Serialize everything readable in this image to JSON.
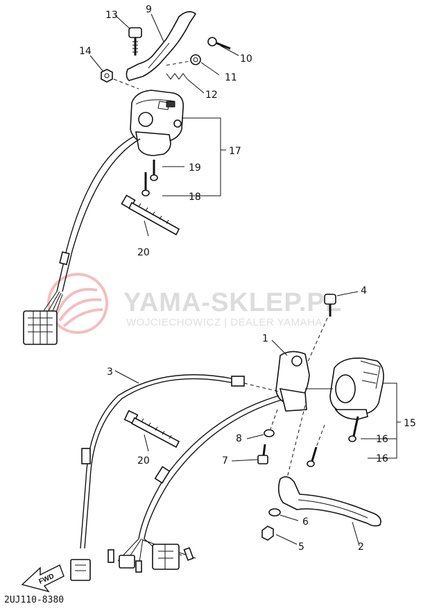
{
  "callouts": {
    "p1": "1",
    "p2": "2",
    "p3": "3",
    "p4": "4",
    "p5": "5",
    "p6": "6",
    "p7": "7",
    "p8": "8",
    "p9": "9",
    "p10": "10",
    "p11": "11",
    "p12": "12",
    "p13": "13",
    "p14": "14",
    "p15": "15",
    "p16a": "16",
    "p16b": "16",
    "p17": "17",
    "p18": "18",
    "p19": "19",
    "p20a": "20",
    "p20b": "20"
  },
  "diagram_code": "2UJ110-8380",
  "fwd_label": "FWD",
  "watermark": {
    "title": "YAMA-SKLEP.PL",
    "subtitle": "WOJCIECHOWICZ | DEALER YAMAHA"
  }
}
